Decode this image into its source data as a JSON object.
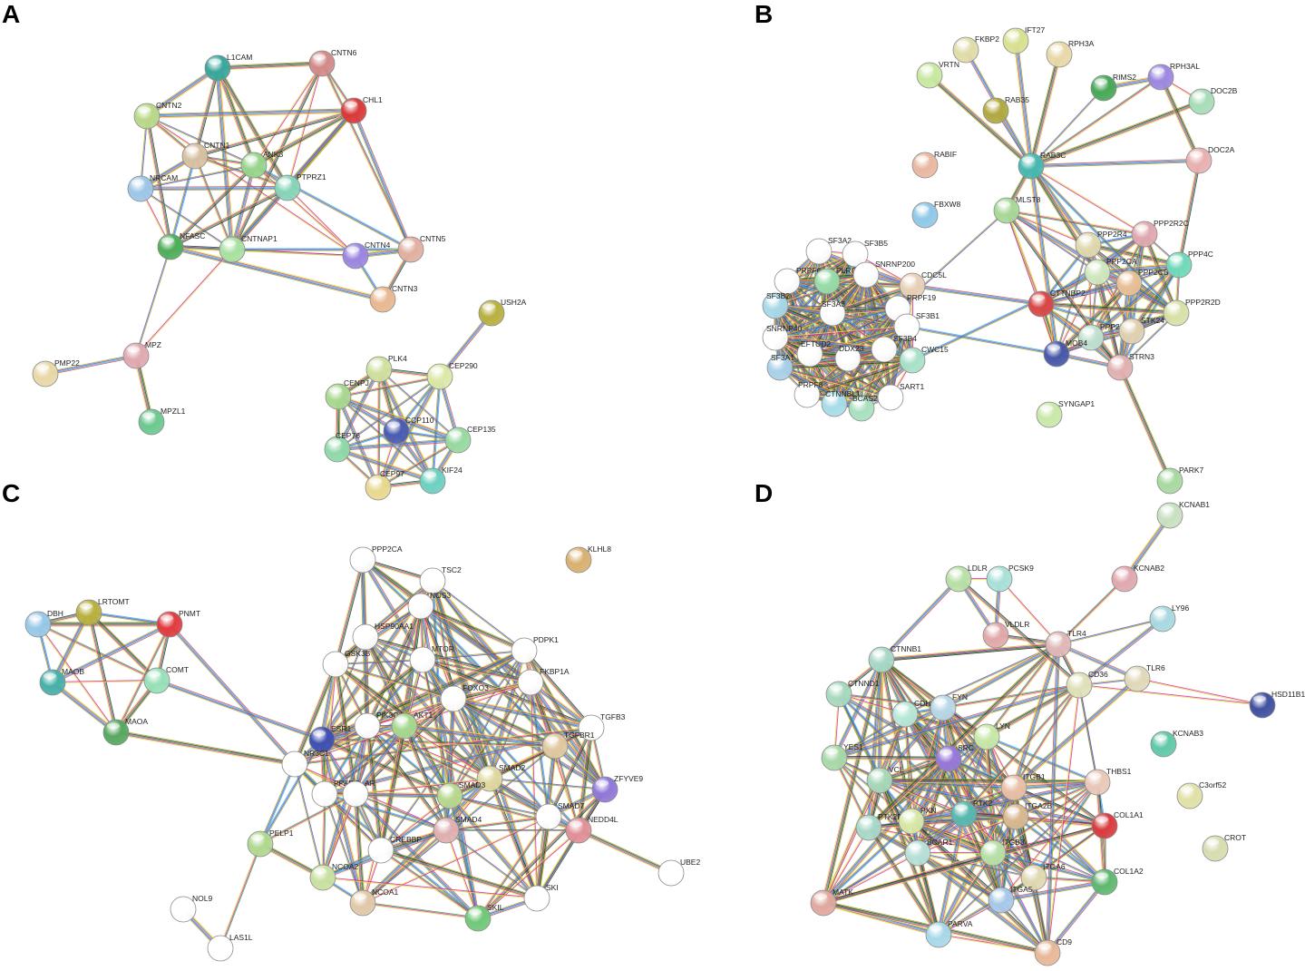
{
  "panels": [
    {
      "letter": "A",
      "nodes": [
        {
          "id": "L1CAM",
          "color": "#3aa79c"
        },
        {
          "id": "CNTN6",
          "color": "#d28a8a"
        },
        {
          "id": "CHL1",
          "color": "#d93a3a"
        },
        {
          "id": "CNTN2",
          "color": "#b9d88a"
        },
        {
          "id": "CNTN1",
          "color": "#d7c0a2"
        },
        {
          "id": "ANK3",
          "color": "#98d48c"
        },
        {
          "id": "NRCAM",
          "color": "#9cc7e8"
        },
        {
          "id": "PTPRZ1",
          "color": "#86d4b8"
        },
        {
          "id": "NFASC",
          "color": "#4fae5a"
        },
        {
          "id": "CNTNAP1",
          "color": "#a8e0a0"
        },
        {
          "id": "CNTN4",
          "color": "#9a86e0"
        },
        {
          "id": "CNTN5",
          "color": "#e0b0a0"
        },
        {
          "id": "CNTN3",
          "color": "#e8b890"
        },
        {
          "id": "MPZ",
          "color": "#e0a8b0"
        },
        {
          "id": "PMP22",
          "color": "#e8d8a8"
        },
        {
          "id": "MPZL1",
          "color": "#6cc890"
        },
        {
          "id": "USH2A",
          "color": "#b8b040"
        },
        {
          "id": "PLK4",
          "color": "#d0e0a0"
        },
        {
          "id": "CEP290",
          "color": "#dce8a8"
        },
        {
          "id": "CENPJ",
          "color": "#a8d890"
        },
        {
          "id": "CCP110",
          "color": "#4a5cb0"
        },
        {
          "id": "CEP135",
          "color": "#98d8a0"
        },
        {
          "id": "CEP76",
          "color": "#90d8a8"
        },
        {
          "id": "CEP97",
          "color": "#e8d890"
        },
        {
          "id": "KIF24",
          "color": "#6cd0c0"
        }
      ]
    },
    {
      "letter": "B",
      "nodes": [
        {
          "id": "FKBP2",
          "color": "#e0dca8"
        },
        {
          "id": "IFT27",
          "color": "#d8e090"
        },
        {
          "id": "RPH3A",
          "color": "#e8d8a8"
        },
        {
          "id": "VRTN",
          "color": "#c8e8a0"
        },
        {
          "id": "RIMS2",
          "color": "#48a858"
        },
        {
          "id": "RPH3AL",
          "color": "#9c88e0"
        },
        {
          "id": "DOC2B",
          "color": "#a8dcb8"
        },
        {
          "id": "RAB35",
          "color": "#b0a840"
        },
        {
          "id": "RABIF",
          "color": "#e8b8a0"
        },
        {
          "id": "RAB3C",
          "color": "#48b8b0"
        },
        {
          "id": "DOC2A",
          "color": "#e8b0b0"
        },
        {
          "id": "FBXW8",
          "color": "#90c8e8"
        },
        {
          "id": "MLST8",
          "color": "#a8d898"
        },
        {
          "id": "SF3A2",
          "color": "#ffffff"
        },
        {
          "id": "SF3B5",
          "color": "#ffffff"
        },
        {
          "id": "PRPF6",
          "color": "#ffffff"
        },
        {
          "id": "PLRG1",
          "color": "#98dca8"
        },
        {
          "id": "SNRNP200",
          "color": "#ffffff"
        },
        {
          "id": "CDC5L",
          "color": "#e8d0b8"
        },
        {
          "id": "SF3B2",
          "color": "#a8d8e8"
        },
        {
          "id": "SF3A3",
          "color": "#ffffff"
        },
        {
          "id": "PRPF19",
          "color": "#ffffff"
        },
        {
          "id": "SF3B1",
          "color": "#ffffff"
        },
        {
          "id": "SNRNP40",
          "color": "#ffffff"
        },
        {
          "id": "EFTUD2",
          "color": "#ffffff"
        },
        {
          "id": "DDX23",
          "color": "#ffffff"
        },
        {
          "id": "SF3B4",
          "color": "#ffffff"
        },
        {
          "id": "CWC15",
          "color": "#a8e0c8"
        },
        {
          "id": "SF3A1",
          "color": "#a8d0e8"
        },
        {
          "id": "PRPF8",
          "color": "#ffffff"
        },
        {
          "id": "CTNNBL1",
          "color": "#a8dce8"
        },
        {
          "id": "BCAS2",
          "color": "#a8e0c0"
        },
        {
          "id": "SART1",
          "color": "#ffffff"
        },
        {
          "id": "PPP2R4",
          "color": "#e0d8b0"
        },
        {
          "id": "PPP2R2C",
          "color": "#e0a8b0"
        },
        {
          "id": "PPP2CA",
          "color": "#d0e8c0"
        },
        {
          "id": "PPP2CB",
          "color": "#e8c098"
        },
        {
          "id": "PPP4C",
          "color": "#70d8b8"
        },
        {
          "id": "CTTNBP2",
          "color": "#d84848"
        },
        {
          "id": "PPP2R2D",
          "color": "#d8e0a8"
        },
        {
          "id": "PPP2R1A",
          "color": "#c0e0d0"
        },
        {
          "id": "STK24",
          "color": "#e0d0b0"
        },
        {
          "id": "MOB4",
          "color": "#4858a8"
        },
        {
          "id": "STRN3",
          "color": "#e0b0b0"
        },
        {
          "id": "SYNGAP1",
          "color": "#c8e8a8"
        },
        {
          "id": "PARK7",
          "color": "#a8d8a0"
        }
      ]
    },
    {
      "letter": "C",
      "nodes": [
        {
          "id": "PPP2CA",
          "color": "#ffffff"
        },
        {
          "id": "TSC2",
          "color": "#ffffff"
        },
        {
          "id": "KLHL8",
          "color": "#d8b070"
        },
        {
          "id": "NOS3",
          "color": "#ffffff"
        },
        {
          "id": "DBH",
          "color": "#98c8e8"
        },
        {
          "id": "LRTOMT",
          "color": "#b8b040"
        },
        {
          "id": "PNMT",
          "color": "#e03c40"
        },
        {
          "id": "HSP90AA1",
          "color": "#ffffff"
        },
        {
          "id": "PDPK1",
          "color": "#ffffff"
        },
        {
          "id": "MTOR",
          "color": "#ffffff"
        },
        {
          "id": "MAOB",
          "color": "#48b0a8"
        },
        {
          "id": "COMT",
          "color": "#98e0b8"
        },
        {
          "id": "GSK3B",
          "color": "#ffffff"
        },
        {
          "id": "FKBP1A",
          "color": "#ffffff"
        },
        {
          "id": "FOXO3",
          "color": "#ffffff"
        },
        {
          "id": "TGFB3",
          "color": "#ffffff"
        },
        {
          "id": "MAOA",
          "color": "#58a860"
        },
        {
          "id": "ESR1",
          "color": "#4050b0"
        },
        {
          "id": "PIK3CA",
          "color": "#ffffff"
        },
        {
          "id": "AKT1",
          "color": "#a8d890"
        },
        {
          "id": "TGFBR1",
          "color": "#e0c8a0"
        },
        {
          "id": "NR3C1",
          "color": "#ffffff"
        },
        {
          "id": "SMAD2",
          "color": "#e0d8a0"
        },
        {
          "id": "ZFYVE9",
          "color": "#9078d8"
        },
        {
          "id": "PPARG",
          "color": "#ffffff"
        },
        {
          "id": "AR",
          "color": "#ffffff"
        },
        {
          "id": "SMAD3",
          "color": "#b8d890"
        },
        {
          "id": "SMAD7",
          "color": "#ffffff"
        },
        {
          "id": "SMAD4",
          "color": "#e0b0b0"
        },
        {
          "id": "NEDD4L",
          "color": "#e09098"
        },
        {
          "id": "CREBBP",
          "color": "#ffffff"
        },
        {
          "id": "PELP1",
          "color": "#b0d890"
        },
        {
          "id": "NCOA2",
          "color": "#c8e0a0"
        },
        {
          "id": "NCOA1",
          "color": "#e0c8a8"
        },
        {
          "id": "UBE2",
          "color": "#ffffff"
        },
        {
          "id": "SKI",
          "color": "#ffffff"
        },
        {
          "id": "NOL9",
          "color": "#ffffff"
        },
        {
          "id": "SKIL",
          "color": "#70c878"
        },
        {
          "id": "LAS1L",
          "color": "#ffffff"
        }
      ]
    },
    {
      "letter": "D",
      "nodes": [
        {
          "id": "KCNAB1",
          "color": "#c8e0c0"
        },
        {
          "id": "LDLR",
          "color": "#b8e0a8"
        },
        {
          "id": "PCSK9",
          "color": "#a8e0d8"
        },
        {
          "id": "KCNAB2",
          "color": "#e0a8b0"
        },
        {
          "id": "LY96",
          "color": "#a8d8e0"
        },
        {
          "id": "VLDLR",
          "color": "#e0a8a8"
        },
        {
          "id": "TLR4",
          "color": "#e0b8b8"
        },
        {
          "id": "CTNNB1",
          "color": "#a8d8c8"
        },
        {
          "id": "CD36",
          "color": "#e0e0b8"
        },
        {
          "id": "TLR6",
          "color": "#e0d8b8"
        },
        {
          "id": "HSD11B1",
          "color": "#4050a0"
        },
        {
          "id": "CTNND1",
          "color": "#a8d8c0"
        },
        {
          "id": "CDH1",
          "color": "#b8e8d8"
        },
        {
          "id": "FYN",
          "color": "#b8d8e8"
        },
        {
          "id": "LYN",
          "color": "#c8e8a8"
        },
        {
          "id": "KCNAB3",
          "color": "#60c8a8"
        },
        {
          "id": "YES1",
          "color": "#a8d8a8"
        },
        {
          "id": "SRC",
          "color": "#9878d8"
        },
        {
          "id": "VCL",
          "color": "#a8d8b8"
        },
        {
          "id": "THBS1",
          "color": "#e8c8b8"
        },
        {
          "id": "C3orf52",
          "color": "#e0e0a8"
        },
        {
          "id": "ITGB1",
          "color": "#e8c0a8"
        },
        {
          "id": "PTK2B",
          "color": "#a8d8c8"
        },
        {
          "id": "PXN",
          "color": "#d8e8a8"
        },
        {
          "id": "PTK2",
          "color": "#58b8b0"
        },
        {
          "id": "ITGA2B",
          "color": "#d8b890"
        },
        {
          "id": "COL1A1",
          "color": "#d83c40"
        },
        {
          "id": "CROT",
          "color": "#d8dcb0"
        },
        {
          "id": "BCAR1",
          "color": "#b8e0d8"
        },
        {
          "id": "ITGB3",
          "color": "#b8e0a8"
        },
        {
          "id": "ITGA6",
          "color": "#e0d8b0"
        },
        {
          "id": "COL1A2",
          "color": "#60b870"
        },
        {
          "id": "MATK",
          "color": "#e0a8a0"
        },
        {
          "id": "ITGA5",
          "color": "#a8c8e8"
        },
        {
          "id": "PARVA",
          "color": "#a8d8e8"
        },
        {
          "id": "CD9",
          "color": "#e8b898"
        }
      ]
    }
  ]
}
